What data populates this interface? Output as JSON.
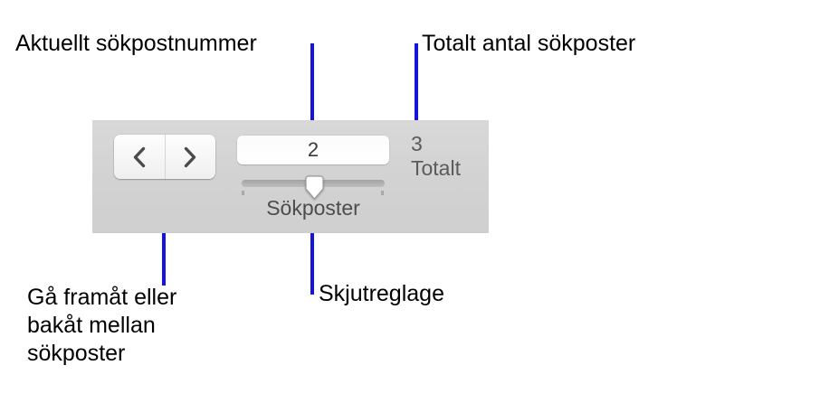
{
  "annotations": {
    "current_record": "Aktuellt sökpostnummer",
    "total_records": "Totalt antal sökposter",
    "navigation": "Gå framåt eller\nbakåt mellan\nsökposter",
    "slider": "Skjutreglage"
  },
  "toolbar": {
    "prev_button_icon": "chevron-left-icon",
    "next_button_icon": "chevron-right-icon",
    "record_number_value": "2",
    "record_number_placeholder": "",
    "total_count": "3",
    "total_label": "Totalt",
    "slider_caption": "Sökposter",
    "slider_value": 2,
    "slider_min": 1,
    "slider_max": 3
  },
  "colors": {
    "annotation_line": "#1414dd",
    "annotation_text": "#000000",
    "panel_background": "#d4d4d4",
    "field_background": "#ffffff",
    "chevron": "#4a4a4a",
    "muted_text": "#5b5b5b",
    "slider_track": "#b0b0b0"
  }
}
